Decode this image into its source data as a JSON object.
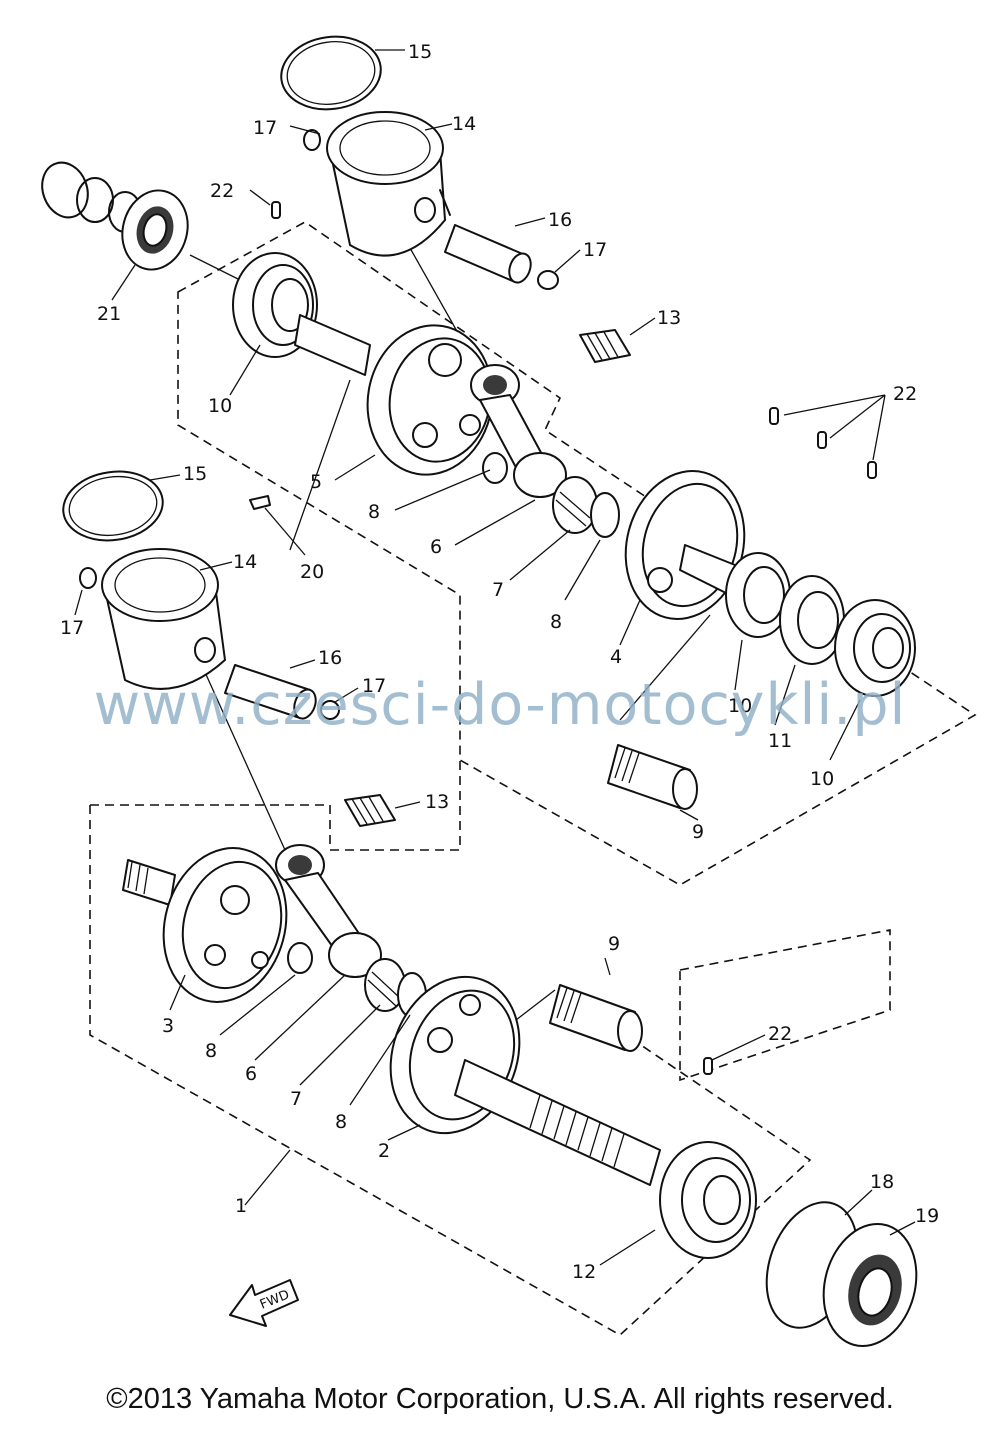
{
  "diagram": {
    "labels": {
      "l1": "1",
      "l2": "2",
      "l3": "3",
      "l4": "4",
      "l5": "5",
      "l6a": "6",
      "l6b": "6",
      "l7a": "7",
      "l7b": "7",
      "l8a": "8",
      "l8b": "8",
      "l8c": "8",
      "l8d": "8",
      "l9a": "9",
      "l9b": "9",
      "l10a": "10",
      "l10b": "10",
      "l10c": "10",
      "l11": "11",
      "l12": "12",
      "l13a": "13",
      "l13b": "13",
      "l14a": "14",
      "l14b": "14",
      "l15a": "15",
      "l15b": "15",
      "l16a": "16",
      "l16b": "16",
      "l17a": "17",
      "l17b": "17",
      "l17c": "17",
      "l17d": "17",
      "l18": "18",
      "l19": "19",
      "l20": "20",
      "l21": "21",
      "l22a": "22",
      "l22b": "22",
      "l22c": "22"
    },
    "fwd_label": "FWD"
  },
  "watermark": "www.czesci-do-motocykli.pl",
  "copyright": "©2013 Yamaha Motor Corporation, U.S.A. All rights reserved."
}
